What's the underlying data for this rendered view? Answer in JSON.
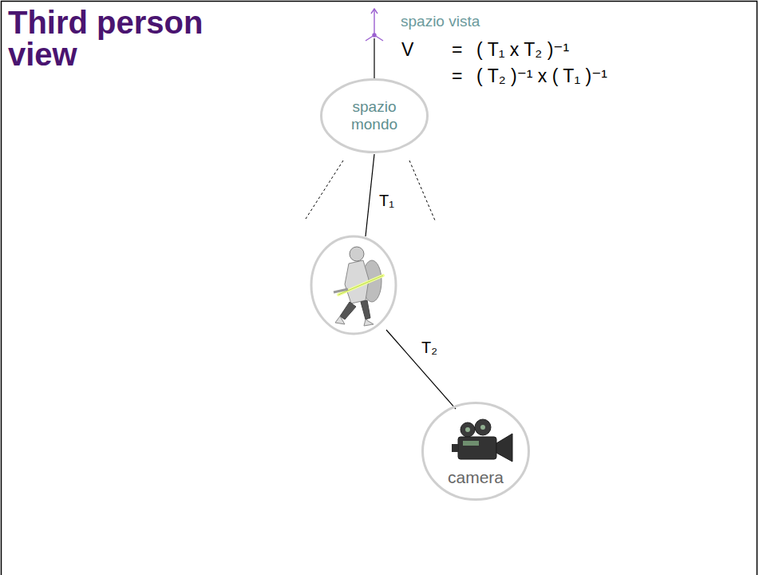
{
  "diagram": {
    "title": "Third person view",
    "nodes": [
      {
        "text": [
          "spazio mondo"
        ]
      },
      {
        "text": [
          "camera"
        ]
      }
    ],
    "labels": [
      "spazio vista",
      "V",
      "=",
      "( T₁ x T₂ )⁻¹",
      "=",
      "( T₂ )⁻¹ x ( T₁ )⁻¹",
      "T₁",
      "T₂"
    ]
  }
}
